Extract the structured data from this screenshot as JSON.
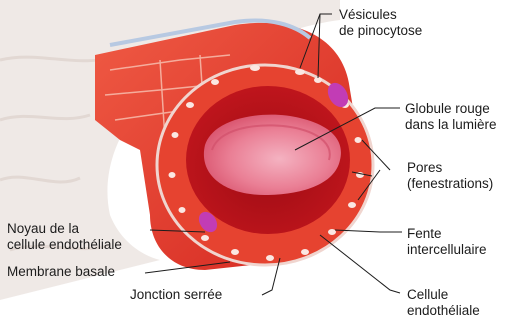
{
  "labels": {
    "vesicles": [
      "Vésicules",
      "de pinocytose"
    ],
    "red_cell": [
      "Globule rouge",
      "dans la lumière"
    ],
    "pores": [
      "Pores",
      "(fenestrations)"
    ],
    "nucleus": [
      "Noyau de la",
      "cellule endothéliale"
    ],
    "basal": "Membrane basale",
    "cleft": [
      "Fente",
      "intercellulaire"
    ],
    "tight": "Jonction serrée",
    "cell": [
      "Cellule",
      "endothéliale"
    ]
  },
  "colors": {
    "background_tissue": "#efe9e6",
    "capillary_wall": "#e4372e",
    "wall_dark": "#c81f1f",
    "lumen": "#b8141b",
    "red_blood_cell": "#e8768a",
    "red_blood_cell_center": "#f3a8b8",
    "nucleus": "#c23cb5",
    "basal_membrane": "#b7c9e2",
    "leader_line": "#1c1c1c"
  }
}
